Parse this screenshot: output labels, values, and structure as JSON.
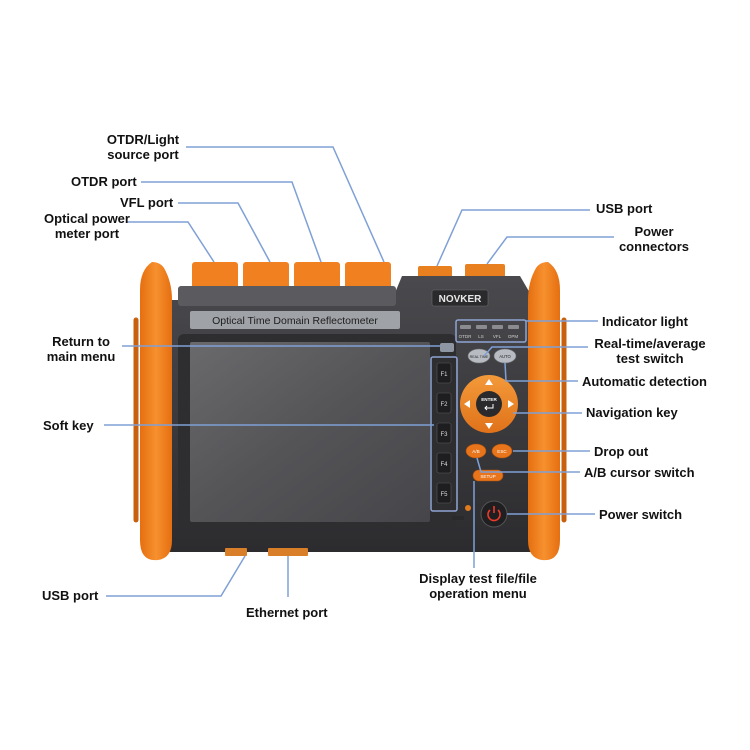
{
  "device": {
    "brand": "NOVKER",
    "model_label": "Optical Time Domain Reflectometer",
    "indicator_labels": [
      "OTDR",
      "LS",
      "VFL",
      "OPM"
    ],
    "soft_keys": [
      "F1",
      "F2",
      "F3",
      "F4",
      "F5"
    ],
    "buttons": {
      "realtime": "REAL TIME",
      "auto": "AUTO",
      "enter": "ENTER",
      "ab": "A/B",
      "esc": "ESC",
      "setup": "SETUP"
    },
    "colors": {
      "bumper": "#f07f1c",
      "body": "#3a3a3d",
      "leader": "#7fa0d6"
    }
  },
  "labels": {
    "otdr_light_source_port": [
      "OTDR/Light",
      "source port"
    ],
    "otdr_port": "OTDR port",
    "vfl_port": "VFL port",
    "optical_power_meter_port": [
      "Optical power",
      "meter port"
    ],
    "usb_port_top": "USB port",
    "power_connectors": [
      "Power",
      "connectors"
    ],
    "indicator_light": "Indicator light",
    "realtime_average_switch": [
      "Real-time/average",
      "test switch"
    ],
    "automatic_detection": "Automatic detection",
    "navigation_key": "Navigation key",
    "drop_out": "Drop out",
    "ab_cursor_switch": "A/B cursor switch",
    "power_switch": "Power switch",
    "return_to_main_menu": [
      "Return to",
      "main menu"
    ],
    "soft_key": "Soft key",
    "usb_port_bottom": "USB port",
    "ethernet_port": "Ethernet port",
    "display_test_file_menu": [
      "Display test file/file",
      "operation menu"
    ]
  }
}
